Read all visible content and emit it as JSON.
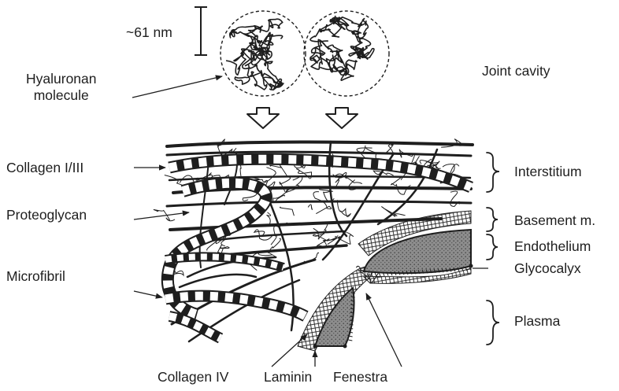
{
  "scale": {
    "label": "~61 nm"
  },
  "labels": {
    "hyaluronan_line1": "Hyaluronan",
    "hyaluronan_line2": "molecule",
    "joint_cavity": "Joint cavity",
    "collagen_1_3": "Collagen I/III",
    "proteoglycan": "Proteoglycan",
    "microfibril": "Microfibril",
    "interstitium": "Interstitium",
    "basement_membrane": "Basement m.",
    "endothelium": "Endothelium",
    "glycocalyx": "Glycocalyx",
    "plasma": "Plasma",
    "collagen_4": "Collagen IV",
    "laminin": "Laminin",
    "fenestra": "Fenestra"
  },
  "colors": {
    "ink": "#1e1e1e",
    "cell_fill": "#8d8d8d",
    "background": "#ffffff"
  }
}
